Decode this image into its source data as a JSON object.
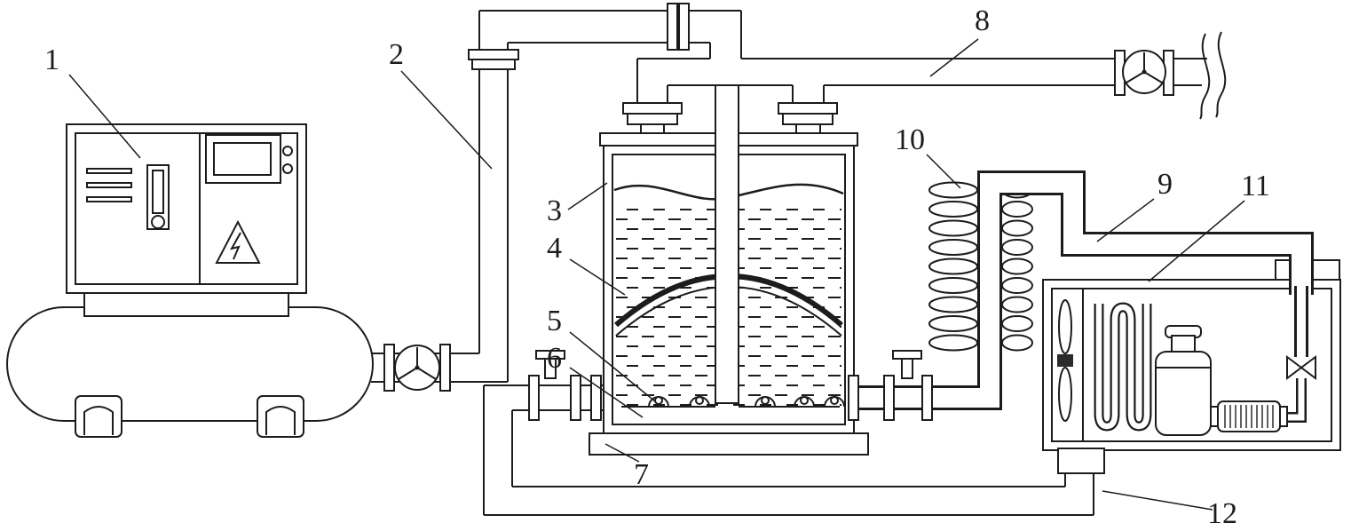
{
  "figure": {
    "background": "#ffffff",
    "line_color": "#1c1c1c"
  },
  "labels": [
    {
      "text": "1"
    },
    {
      "text": "2"
    },
    {
      "text": "3"
    },
    {
      "text": "4"
    },
    {
      "text": "5"
    },
    {
      "text": "6"
    },
    {
      "text": "7"
    },
    {
      "text": "8"
    },
    {
      "text": "9"
    },
    {
      "text": "10"
    },
    {
      "text": "11"
    },
    {
      "text": "12"
    }
  ]
}
